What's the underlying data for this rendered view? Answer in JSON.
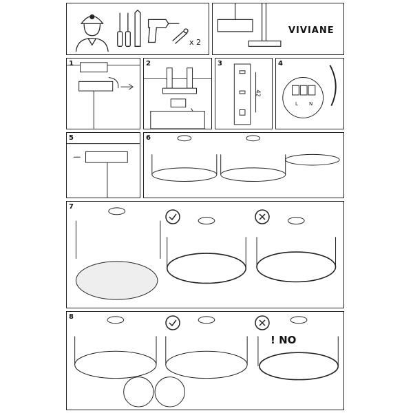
{
  "header": {
    "product_name": "VIVIANE",
    "screw_quantity": "x 2"
  },
  "steps": [
    "1",
    "2",
    "3",
    "4",
    "5",
    "6",
    "7",
    "8"
  ],
  "step3": {
    "dimension": "42"
  },
  "step4": {
    "terminal_labels": [
      "L",
      "N"
    ]
  },
  "step8": {
    "warning": "! NO"
  },
  "icons": {
    "correct": "check-circle-icon",
    "incorrect": "x-circle-icon"
  }
}
